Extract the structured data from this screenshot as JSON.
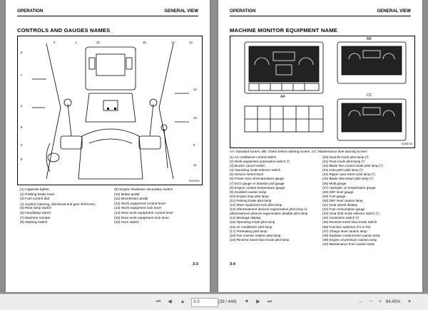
{
  "left_page": {
    "header_left": "OPERATION",
    "header_right": "GENERAL VIEW",
    "title": "CONTROLS AND GAUGES NAMES",
    "figure_code": "S0037811",
    "callouts": [
      "1",
      "2",
      "3",
      "4",
      "5",
      "6",
      "7",
      "8",
      "9",
      "10",
      "11",
      "12",
      "13",
      "14",
      "15",
      "16"
    ],
    "list_col1": [
      "(1) Cigarette lighter",
      "(2) Parking brake lever",
      "(3) Fuel control dial",
      "(4) Joystick (steering, directional and gear shift lever)",
      "(5) Rear lamp switch",
      "(6) Headlamp switch",
      "(7) Machine monitor",
      "(8) Starting switch"
    ],
    "list_col2": [
      "(9) Engine shutdown secondary switch",
      "(10) Brake pedal",
      "(11) Decelerator pedal",
      "(12) Work equipment control lever",
      "(13) Work equipment lock lever",
      "(14) Rear work equipment control lever",
      "(15) Rear work equipment lock lever",
      "(16) Horn switch"
    ],
    "page_number": "3-3"
  },
  "right_page": {
    "header_left": "OPERATION",
    "header_right": "GENERAL VIEW",
    "title": "MACHINE MONITOR EQUIPMENT NAME",
    "figure_code": "S0038718",
    "panel_labels": [
      "AA",
      "BB",
      "CC"
    ],
    "caption": "AA: Standard screen, BB: Check before starting screen, CC: Maintenance time warning screen",
    "list_col1": [
      "(1) Air conditioner control switch",
      "(2) Work equipment automation switch (*)",
      "(3) Buzzer cancel switch",
      "(4) Operating mode selector switch",
      "(5) Service meter/clock",
      "(6) Power train oil temperature gauge",
      "(7) ECO gauge or drawbar pull gauge",
      "(8) Engine coolant temperature gauge",
      "(9) Seatbelt caution lamp",
      "(10) Engine stop pilot lamp",
      "(11) Parking brake pilot lamp",
      "(12) Work equipment lock pilot lamp",
      "(13) Aftertreatment devices regeneration pilot lamp or aftertreatment devices regeneration disable pilot lamp",
      "(14) Message display",
      "(15) Operating mode pilot lamp",
      "(16) Air conditioner pilot lamp",
      "(17) Preheating pilot lamp",
      "(18) Fan reverse rotation pilot lamp",
      "(19) Reverse travel slow mode pilot lamp"
    ],
    "list_col2": [
      "(20) Dual tilt mode pilot lamp (*)",
      "(21) Float mode pilot lamp (*)",
      "(22) Blade fine control mode pilot lamp (*)",
      "(23) Auto-pitch pilot lamp (*)",
      "(24) Ripper auto-return pilot lamp (*)",
      "(25) Blade slow down pilot lamp (*)",
      "(26) Multi gauge",
      "(27) Hydraulic oil temperature gauge",
      "(28) DEF level gauge",
      "(29) Fuel gauge",
      "(30) DEF level caution lamp",
      "(31) Gear speed display",
      "(32) Fuel consumption gauge",
      "(33) Gear shift mode selector switch (*)",
      "(34) Customize switch (*)",
      "(35) Reverse travel slow mode switch",
      "(36) Function switches (F1 to F6)",
      "(37) Charge level caution lamp",
      "(38) Radiator coolant level caution lamp",
      "(39) Engine oil pressure caution lamp",
      "(40) Maintenance time caution lamp"
    ],
    "page_number": "3-4"
  },
  "toolbar": {
    "page_input": "3-3",
    "page_count": "(39 / 444)",
    "zoom": "84.45%",
    "first_icon": "first-page-icon",
    "prev_icon": "prev-page-icon",
    "next_icon": "next-page-icon",
    "last_icon": "last-page-icon"
  }
}
